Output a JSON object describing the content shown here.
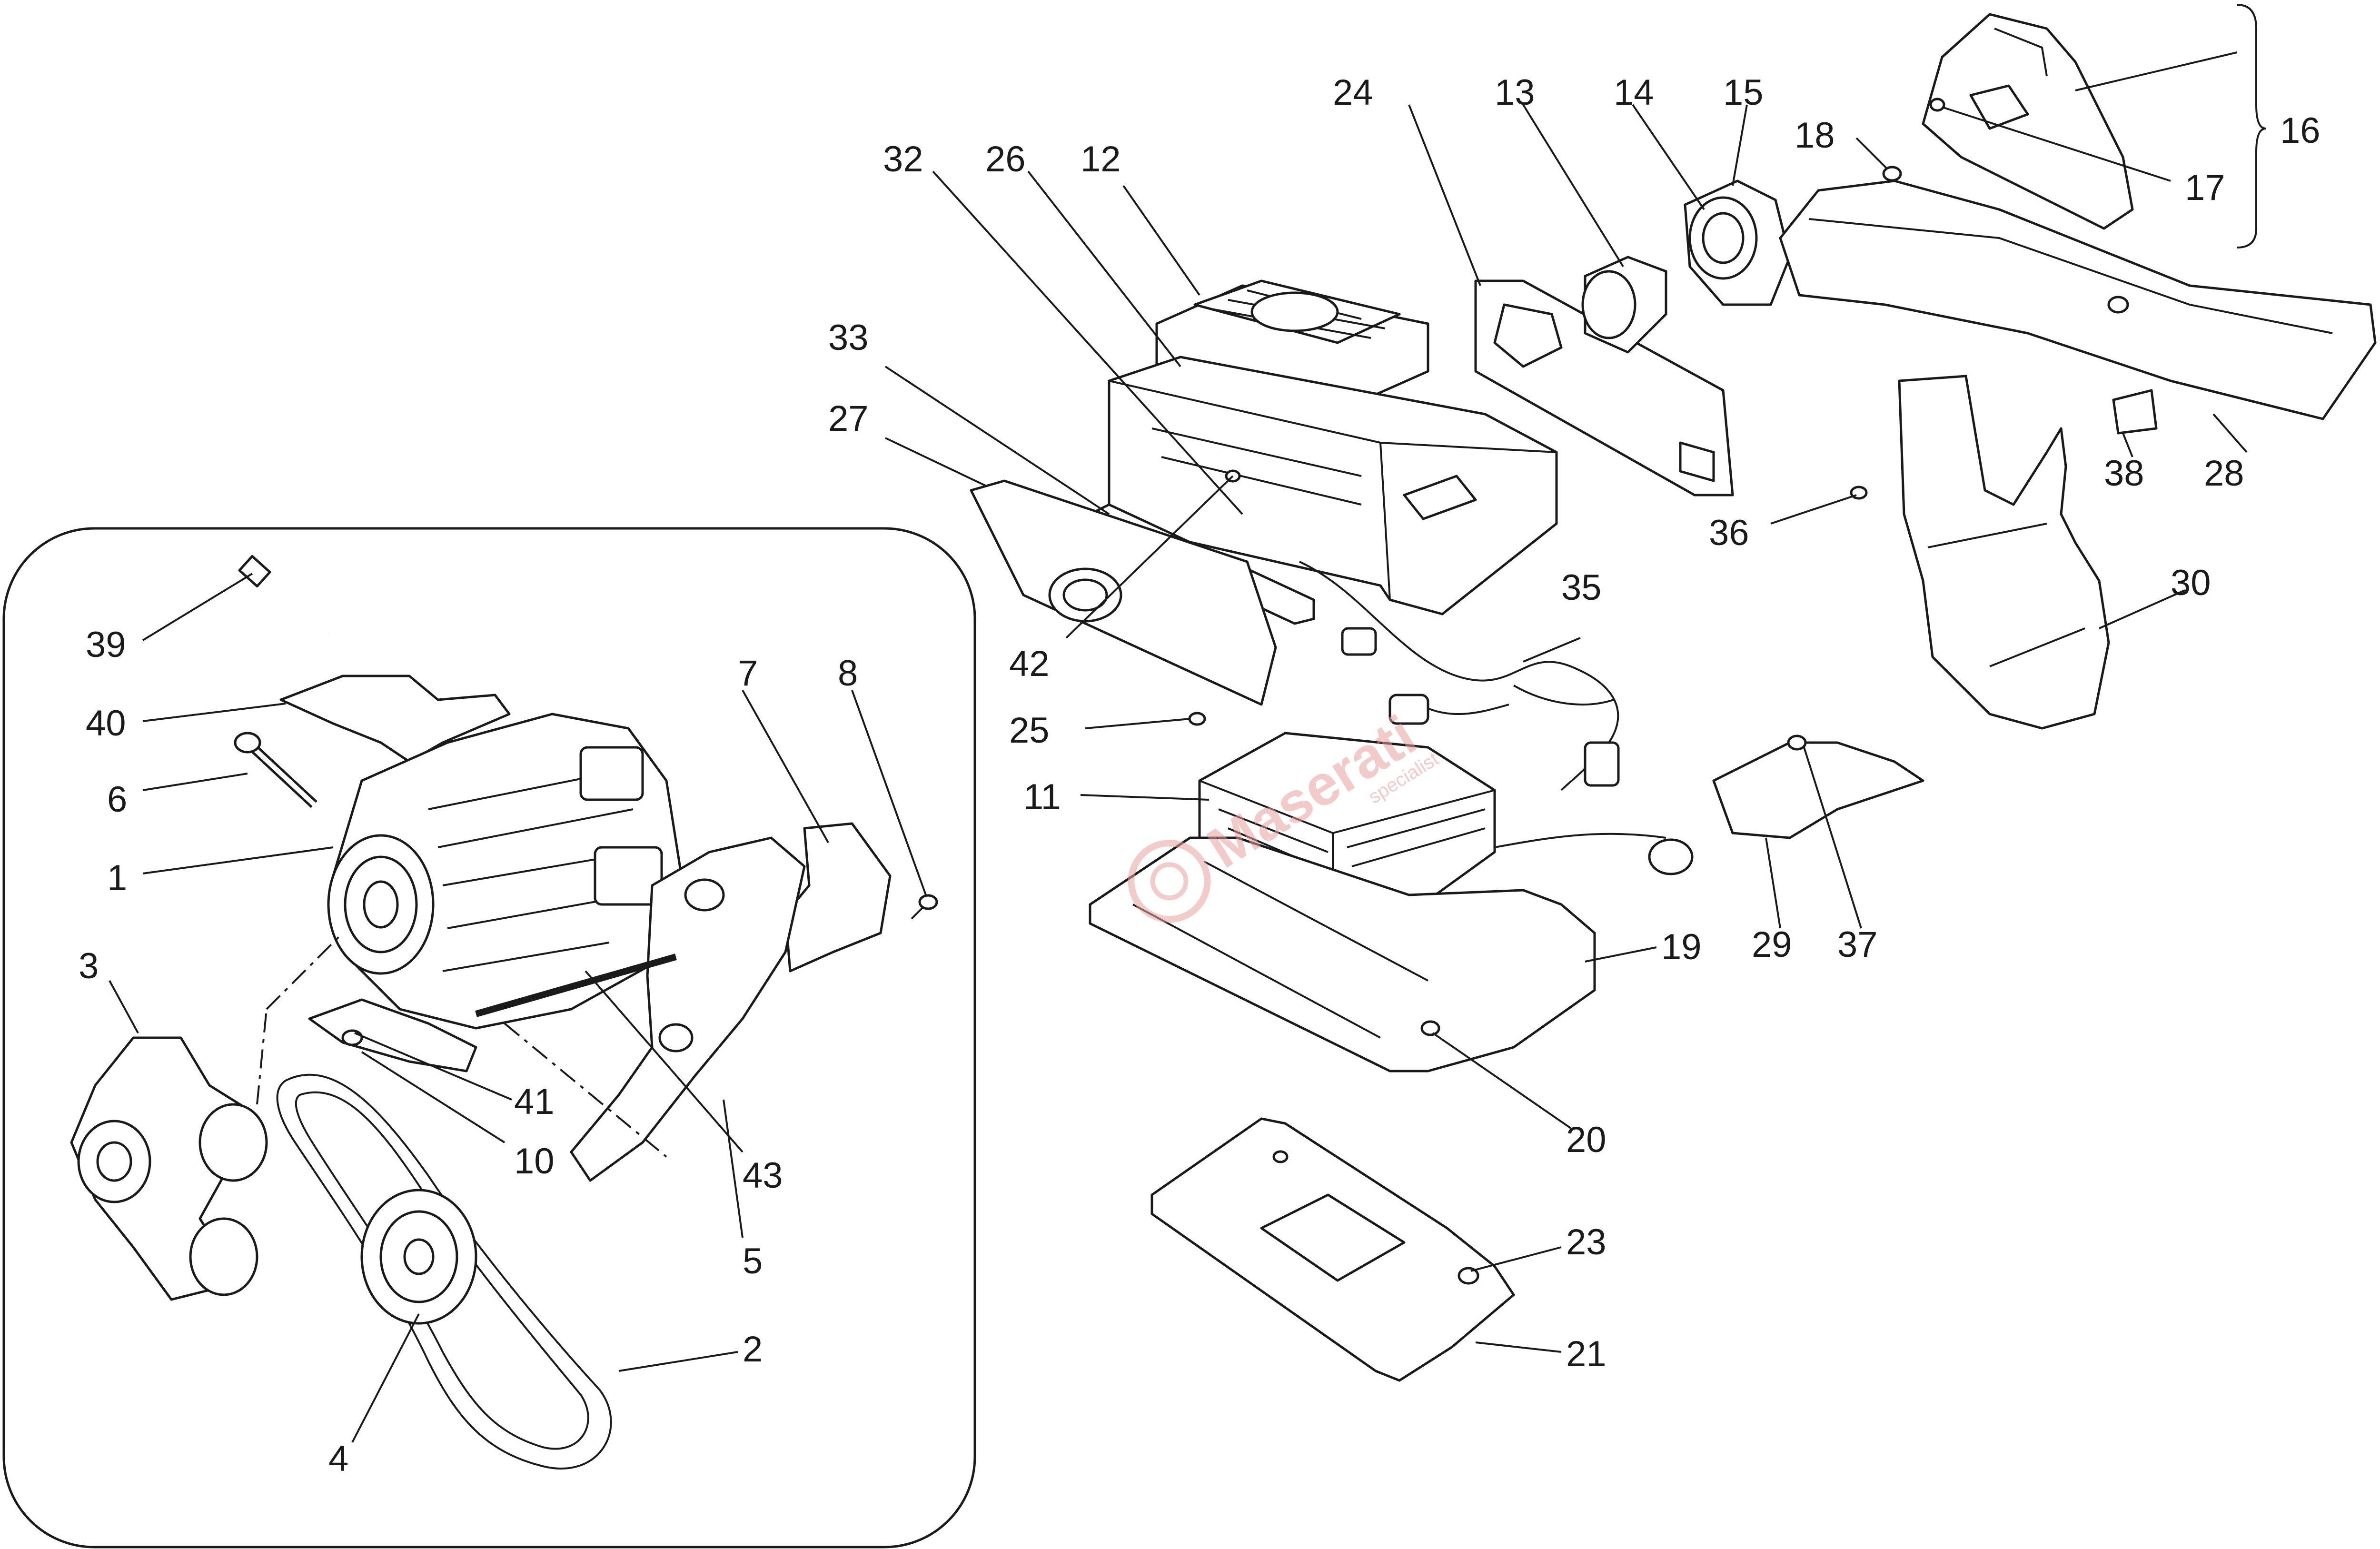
{
  "diagram": {
    "watermark": {
      "text": "Maserati",
      "subtitle": "specialist"
    },
    "callouts": {
      "c1": "1",
      "c2": "2",
      "c3": "3",
      "c4": "4",
      "c5": "5",
      "c6": "6",
      "c7": "7",
      "c8": "8",
      "c10": "10",
      "c11": "11",
      "c12": "12",
      "c13": "13",
      "c14": "14",
      "c15": "15",
      "c16": "16",
      "c17": "17",
      "c18": "18",
      "c19": "19",
      "c20": "20",
      "c21": "21",
      "c23": "23",
      "c24": "24",
      "c25": "25",
      "c26": "26",
      "c27": "27",
      "c28": "28",
      "c29": "29",
      "c30": "30",
      "c32": "32",
      "c33": "33",
      "c35": "35",
      "c36": "36",
      "c37": "37",
      "c38": "38",
      "c39": "39",
      "c40": "40",
      "c41": "41",
      "c42": "42",
      "c43": "43"
    }
  }
}
